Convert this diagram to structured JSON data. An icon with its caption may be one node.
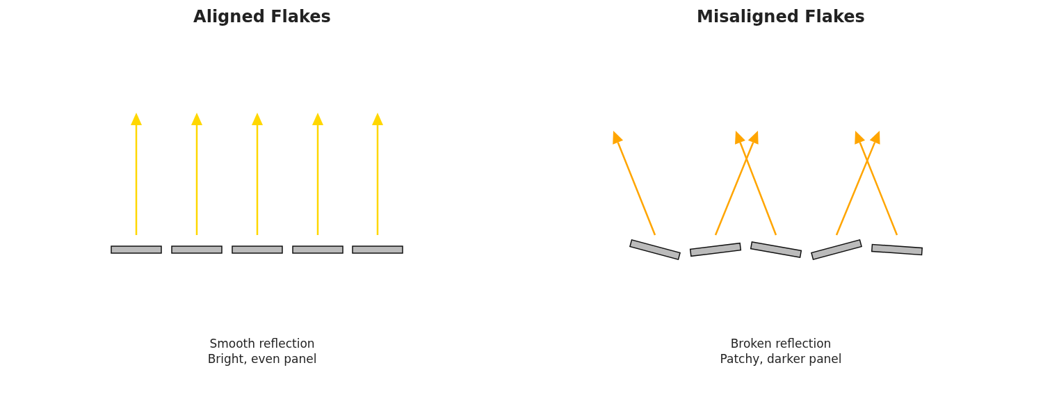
{
  "diagram": {
    "labels": [
      "Aligned Flakes",
      "Misaligned Flakes",
      "Smooth reflection",
      "Bright, even panel",
      "Broken reflection",
      "Patchy, darker panel"
    ]
  }
}
